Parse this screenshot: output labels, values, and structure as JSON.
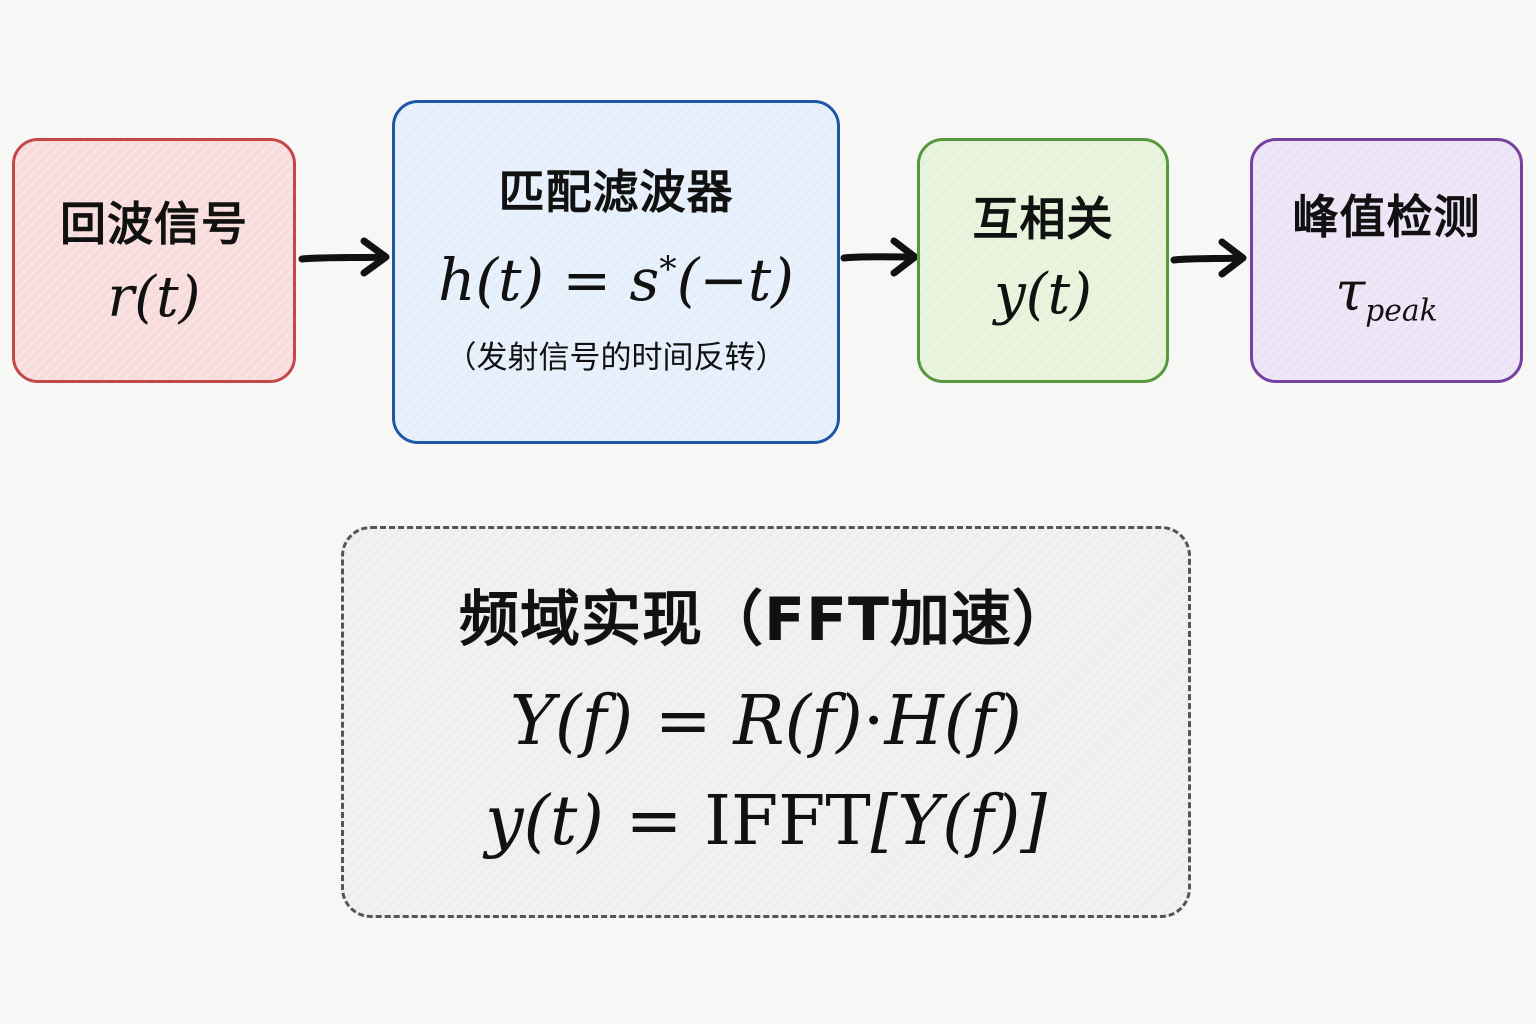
{
  "nodes": {
    "echo": {
      "title": "回波信号",
      "formula": "r(t)"
    },
    "matched_filter": {
      "title": "匹配滤波器",
      "formula_lhs": "h(t)",
      "formula_eq": " = ",
      "formula_s": "s",
      "formula_star": "*",
      "formula_arg": "(−t)",
      "note": "（发射信号的时间反转）"
    },
    "cross_correlation": {
      "title": "互相关",
      "formula": "y(t)"
    },
    "peak_detection": {
      "title": "峰值检测",
      "symbol": "τ",
      "subscript": "peak"
    }
  },
  "frequency_domain": {
    "title": "频域实现（FFT加速）",
    "eq1": {
      "lhs": "Y(f)",
      "eq": " = ",
      "r": "R(f)",
      "dot": "·",
      "h": "H(f)"
    },
    "eq2": {
      "lhs": "y(t)",
      "eq": " = ",
      "op": "IFFT",
      "arg": "[Y(f)]"
    }
  },
  "colors": {
    "echo_border": "#c4484a",
    "echo_fill": "#f8dcdc",
    "matched_filter_border": "#1f57a4",
    "matched_filter_fill": "#e5effb",
    "cross_correlation_border": "#56983c",
    "cross_correlation_fill": "#e6f2d9",
    "peak_detection_border": "#77419f",
    "peak_detection_fill": "#ece3f6",
    "frequency_box_border": "#555555",
    "arrow": "#111111"
  }
}
